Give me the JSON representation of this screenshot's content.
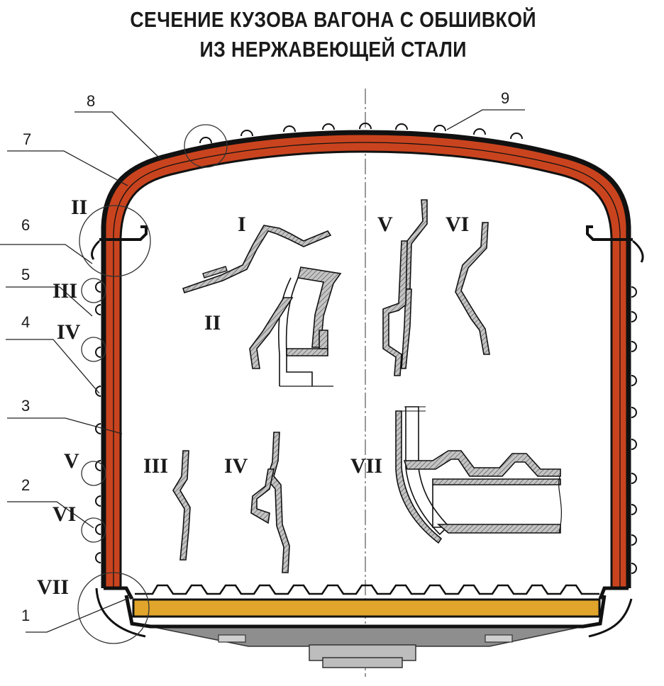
{
  "title_line1": "СЕЧЕНИЕ КУЗОВА ВАГОНА С ОБШИВКОЙ",
  "title_line2": "ИЗ НЕРЖАВЕЮЩЕЙ СТАЛИ",
  "callouts": [
    "1",
    "2",
    "3",
    "4",
    "5",
    "6",
    "7",
    "8",
    "9"
  ],
  "details": {
    "I": "I",
    "II": "II",
    "III": "III",
    "IV": "IV",
    "V": "V",
    "VI": "VI",
    "VII": "VII"
  },
  "colors": {
    "insulation": "#c9441e",
    "floor": "#e0a52a",
    "undercarriage": "#8a8a8a",
    "hatch": "#a8a8a8",
    "outline": "#111111"
  }
}
